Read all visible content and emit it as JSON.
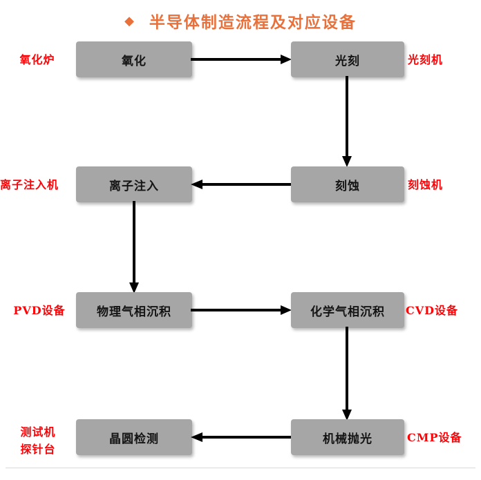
{
  "title": {
    "bullet": "◆",
    "text": "半导体制造流程及对应设备",
    "color": "#e8703a"
  },
  "colors": {
    "box_fill": "#a6a6a6",
    "box_text": "#141414",
    "equipment_text": "#fb0407",
    "arrow": "#000000",
    "background": "#ffffff",
    "rule": "#d9d9d9"
  },
  "flow": {
    "steps": [
      {
        "id": "oxidation",
        "process": "氧化",
        "equipment": "氧化炉",
        "equipment_side": "left"
      },
      {
        "id": "photolithography",
        "process": "光刻",
        "equipment": "光刻机",
        "equipment_side": "right"
      },
      {
        "id": "etching",
        "process": "刻蚀",
        "equipment": "刻蚀机",
        "equipment_side": "right"
      },
      {
        "id": "ion-implantation",
        "process": "离子注入",
        "equipment": "离子注入机",
        "equipment_side": "left"
      },
      {
        "id": "pvd",
        "process": "物理气相沉积",
        "equipment": "PVD设备",
        "equipment_side": "left"
      },
      {
        "id": "cvd",
        "process": "化学气相沉积",
        "equipment": "CVD设备",
        "equipment_side": "right"
      },
      {
        "id": "cmp",
        "process": "机械抛光",
        "equipment": "CMP设备",
        "equipment_side": "right"
      },
      {
        "id": "wafer-inspection",
        "process": "晶圆检测",
        "equipment": "测试机\n探针台",
        "equipment_side": "left"
      }
    ],
    "connections": [
      {
        "from": "oxidation",
        "to": "photolithography",
        "direction": "right"
      },
      {
        "from": "photolithography",
        "to": "etching",
        "direction": "down"
      },
      {
        "from": "etching",
        "to": "ion-implantation",
        "direction": "left"
      },
      {
        "from": "ion-implantation",
        "to": "pvd",
        "direction": "down"
      },
      {
        "from": "pvd",
        "to": "cvd",
        "direction": "right"
      },
      {
        "from": "cvd",
        "to": "cmp",
        "direction": "down"
      },
      {
        "from": "cmp",
        "to": "wafer-inspection",
        "direction": "left"
      }
    ]
  }
}
